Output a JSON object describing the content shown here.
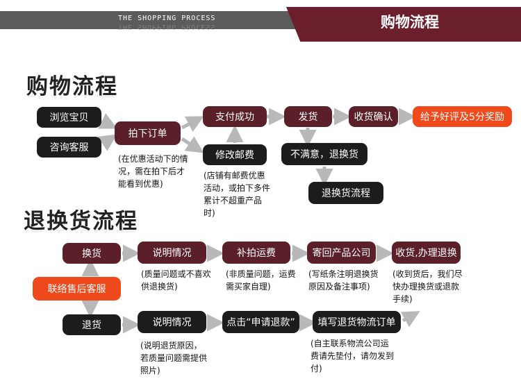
{
  "header": {
    "english_title": "THE SHOPPING PROCESS",
    "title": "购物流程"
  },
  "shopping": {
    "section_title": "购物流程",
    "browse": "浏览宝贝",
    "consult": "咨询客服",
    "bid": "拍下订单",
    "bid_note": "(在优惠活动下的情况，需在拍下后才能看到优惠)",
    "pay_success": "支付成功",
    "modify_postage": "修改邮费",
    "postage_note": "(店铺有邮费优惠活动，或拍下多件累计不超重产品时)",
    "ship": "发货",
    "confirm_receipt": "收货确认",
    "good_review": "给予好评及5分奖励",
    "unsatisfied": "不满意，退换货",
    "return_flow": "退换货流程"
  },
  "returns": {
    "section_title": "退换货流程",
    "contact_service": "联络售后客服",
    "exchange": "换货",
    "refund": "退货",
    "explain1": "说明情况",
    "explain1_note": "(质量问题或不喜欢供退换货)",
    "pay_shipping": "补拍运费",
    "pay_shipping_note": "(非质量问题，运费需买家自理)",
    "send_back": "寄回产品公司",
    "send_back_note": "(写纸条注明退换货原因及备注事项)",
    "receive_process": "收货,办理退换",
    "receive_note": "(收到货后，我们尽快办理换货或退款手续)",
    "explain2": "说明情况",
    "explain2_note": "(说明退货原因，若质量问题需提供照片)",
    "apply_refund": "点击“申请退款”",
    "fill_waybill": "填写退货物流订单",
    "waybill_note": "(自主联系物流公司运费请先垫付，请勿发到付)"
  },
  "colors": {
    "dark": "#1c1c1c",
    "maroon": "#5a1f29",
    "orange": "#f04a1c",
    "arrow": "#b8b8b8"
  }
}
